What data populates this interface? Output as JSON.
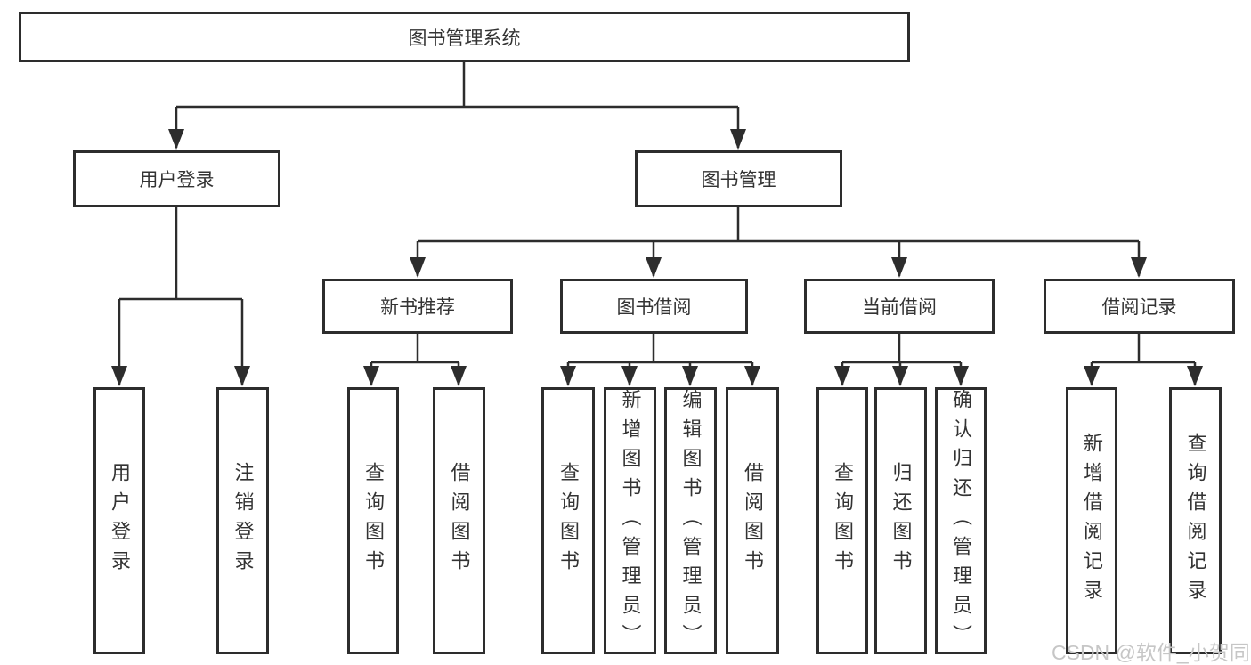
{
  "diagram": {
    "nodes": {
      "root": "图书管理系统",
      "l2": [
        "用户登录",
        "图书管理"
      ],
      "l3": [
        "新书推荐",
        "图书借阅",
        "当前借阅",
        "借阅记录"
      ],
      "leaves_login": [
        "用户登录",
        "注销登录"
      ],
      "leaves_recommend": [
        "查询图书",
        "借阅图书"
      ],
      "leaves_borrow": [
        "查询图书",
        "新增图书（管理员）",
        "编辑图书（管理员）",
        "借阅图书"
      ],
      "leaves_current": [
        "查询图书",
        "归还图书",
        "确认归还（管理员）"
      ],
      "leaves_records": [
        "新增借阅记录",
        "查询借阅记录"
      ]
    }
  },
  "watermark": "CSDN @软件_小贺同学",
  "colors": {
    "line": "#2d2d2d",
    "text": "#333333",
    "watermark": "#c6c6c6",
    "background": "#ffffff"
  }
}
